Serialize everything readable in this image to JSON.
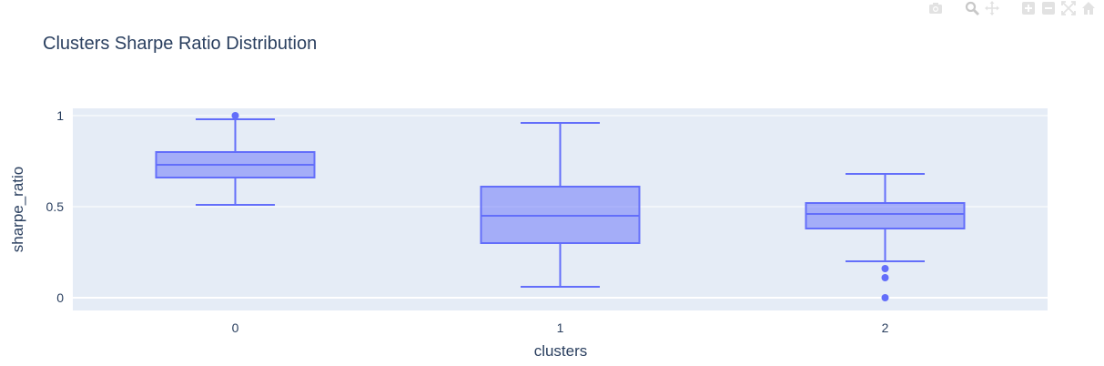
{
  "modebar": {
    "buttons": [
      "camera-icon",
      "zoom-icon",
      "pan-icon",
      "zoom-in-icon",
      "zoom-out-icon",
      "autoscale-icon",
      "home-icon"
    ],
    "icon_color": "#e2e2e2"
  },
  "chart_data": {
    "type": "box",
    "title": "Clusters Sharpe Ratio Distribution",
    "xlabel": "clusters",
    "ylabel": "sharpe_ratio",
    "ylim": [
      -0.07,
      1.04
    ],
    "yticks": [
      0,
      0.5,
      1
    ],
    "ytick_labels": [
      "0",
      "0.5",
      "1"
    ],
    "categories": [
      "0",
      "1",
      "2"
    ],
    "grid": true,
    "plot_bgcolor": "#e5ecf6",
    "grid_color": "#ffffff",
    "box_line_color": "#636efa",
    "box_fill_color": "rgba(99,110,250,0.5)",
    "boxes": [
      {
        "category": "0",
        "lower_fence": 0.51,
        "q1": 0.66,
        "median": 0.73,
        "q3": 0.8,
        "upper_fence": 0.98,
        "outliers": [
          1.0
        ]
      },
      {
        "category": "1",
        "lower_fence": 0.06,
        "q1": 0.3,
        "median": 0.45,
        "q3": 0.61,
        "upper_fence": 0.96,
        "outliers": []
      },
      {
        "category": "2",
        "lower_fence": 0.2,
        "q1": 0.38,
        "median": 0.46,
        "q3": 0.52,
        "upper_fence": 0.68,
        "outliers": [
          0.16,
          0.11,
          0.0
        ]
      }
    ]
  }
}
